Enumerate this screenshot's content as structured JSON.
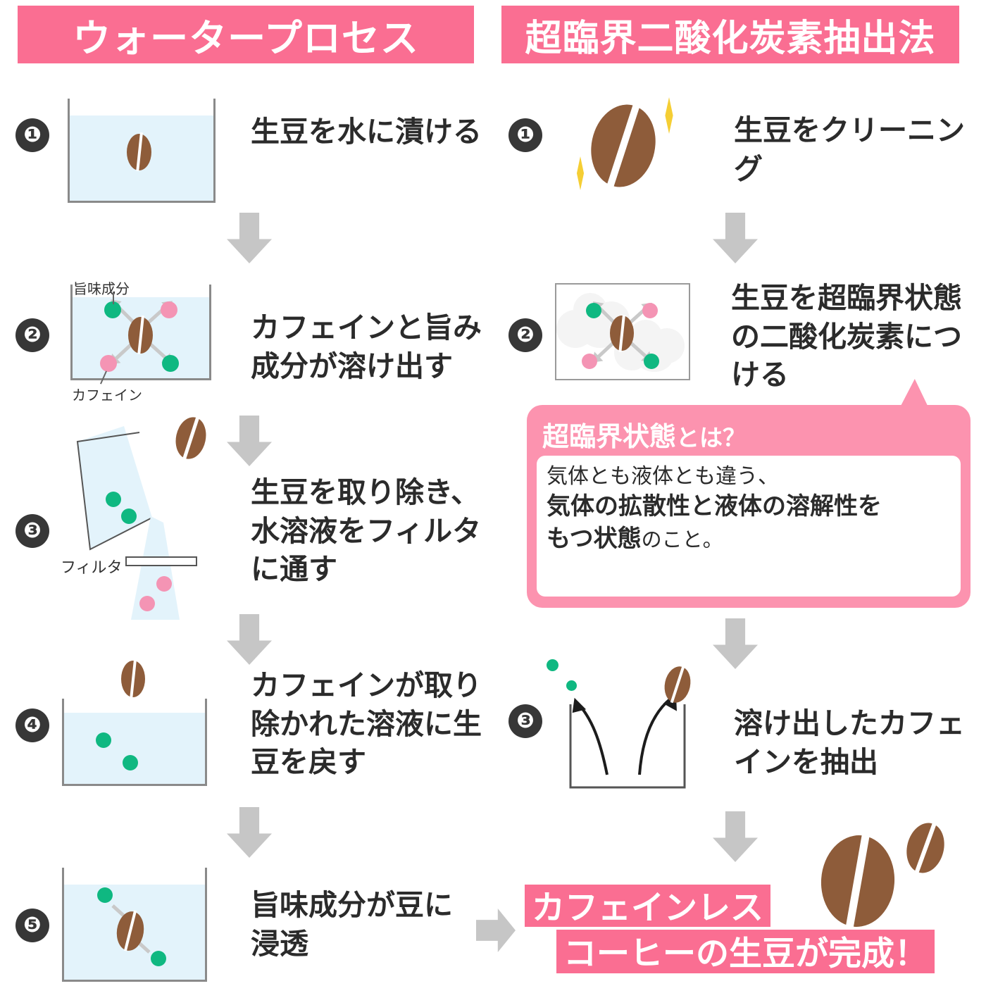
{
  "columns": [
    {
      "id": "water-process",
      "header": "ウォータープロセス",
      "steps": [
        {
          "number": "❶",
          "caption": "生豆を水に漬ける"
        },
        {
          "number": "❷",
          "caption": "カフェインと旨み\n成分が溶け出す"
        },
        {
          "number": "❸",
          "caption": "生豆を取り除き、\n水溶液をフィルタ\nに通す"
        },
        {
          "number": "❹",
          "caption": "カフェインが取り\n除かれた溶液に生\n豆を戻す"
        },
        {
          "number": "❺",
          "caption": "旨味成分が豆に\n浸透"
        }
      ],
      "annotations": {
        "umami": "旨味成分",
        "caffeine": "カフェイン",
        "filter": "フィルタ"
      }
    },
    {
      "id": "supercritical-co2",
      "header": "超臨界二酸化炭素抽出法",
      "steps": [
        {
          "number": "❶",
          "caption": "生豆をクリーニン\nグ"
        },
        {
          "number": "❷",
          "caption": "生豆を超臨界状態\nの二酸化炭素につ\nける"
        },
        {
          "number": "❸",
          "caption": "溶け出したカフェ\nインを抽出"
        }
      ]
    }
  ],
  "callout": {
    "title_bold": "超臨界状態",
    "title_rest": "とは？",
    "body_line1": "気体とも液体とも違う、",
    "body_line2": "気体の拡散性と液体の溶解性を",
    "body_line3_bold": "もつ状態",
    "body_line3_rest": "のこと。"
  },
  "final": {
    "line1": "カフェインレス",
    "line2": "コーヒーの生豆が完成！"
  },
  "legend": {
    "umami_color": "#0FB881",
    "caffeine_color": "#F494B4",
    "bean_color": "#8E5C3A",
    "water_color": "#E3F3FB",
    "accent_pink": "#FA6E92",
    "bubble_pink": "#FC93AF",
    "arrow_gray": "#C6C6C6",
    "sparkle_yellow": "#F5CE34"
  }
}
